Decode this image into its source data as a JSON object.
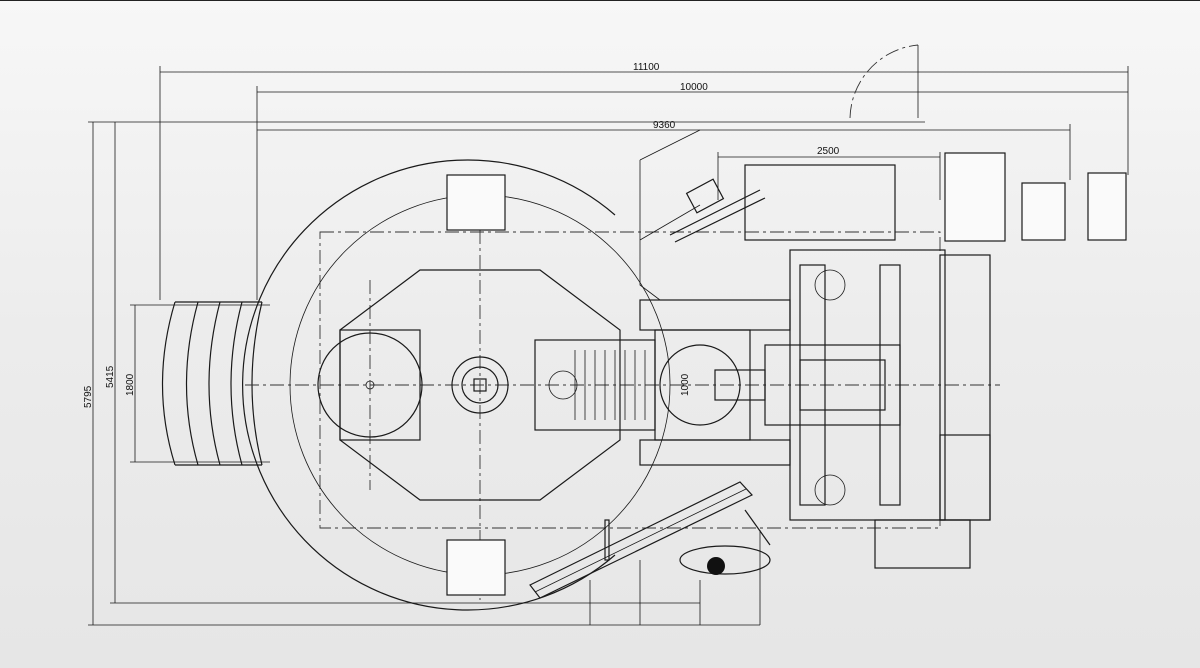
{
  "drawing": {
    "title": "Machine layout plan view",
    "dimensions": {
      "overall_length": "11100",
      "length_2": "10000",
      "length_3": "9360",
      "conveyor_width": "2500",
      "overall_width": "5795",
      "width_2": "5415",
      "stair_width": "1800",
      "carriage_width": "1000"
    }
  }
}
